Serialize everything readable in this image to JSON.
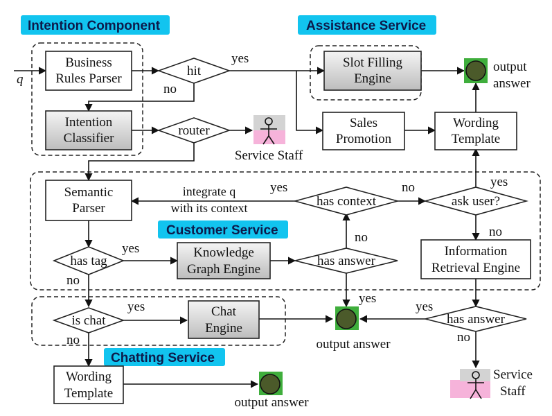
{
  "sections": {
    "intention": "Intention Component",
    "assistance": "Assistance Service",
    "customer": "Customer Service",
    "chatting": "Chatting Service"
  },
  "input": "q",
  "nodes": {
    "brp": [
      "Business",
      "Rules Parser"
    ],
    "hit": "hit",
    "slot": [
      "Slot Filling",
      "Engine"
    ],
    "out1": [
      "output",
      "answer"
    ],
    "ic": [
      "Intention",
      "Classifier"
    ],
    "router": "router",
    "staff1": "Service Staff",
    "sales": [
      "Sales",
      "Promotion"
    ],
    "wt1": [
      "Wording",
      "Template"
    ],
    "semantic": [
      "Semantic",
      "Parser"
    ],
    "integrate": [
      "integrate q",
      "with its context"
    ],
    "hascontext": "has context",
    "askuser": "ask user?",
    "hastag": "has tag",
    "kge": [
      "Knowledge",
      "Graph Engine"
    ],
    "hasanswer1": "has answer",
    "ire": [
      "Information",
      "Retrieval Engine"
    ],
    "ischat": "is chat",
    "chat": [
      "Chat",
      "Engine"
    ],
    "out2": "output answer",
    "hasanswer2": "has answer",
    "staff2": [
      "Service",
      "Staff"
    ],
    "wt2": [
      "Wording",
      "Template"
    ],
    "out3": "output answer"
  },
  "labels": {
    "yes": "yes",
    "no": "no"
  }
}
